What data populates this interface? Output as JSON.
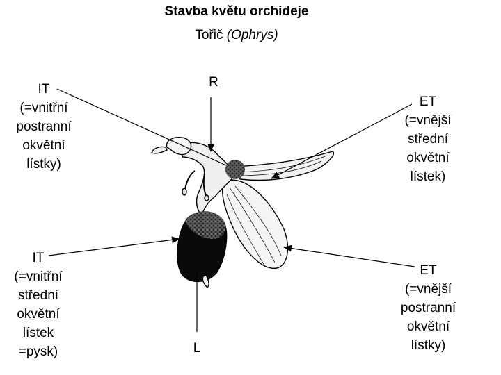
{
  "title": "Stavba květu orchideje",
  "subtitle": {
    "prefix": "Tořič",
    "genus": "(Ophrys)"
  },
  "labels": {
    "it_top": {
      "code": "IT",
      "desc": [
        "(=vnitřní",
        "postranní",
        "okvětní",
        "lístky)"
      ]
    },
    "r": {
      "code": "R"
    },
    "et_top": {
      "code": "ET",
      "desc": [
        "(=vnější",
        "střední",
        "okvětní",
        "lístek)"
      ]
    },
    "it_bottom": {
      "code": "IT",
      "desc": [
        "(=vnitřní",
        "střední",
        "okvětní",
        "lístek",
        "=pysk)"
      ]
    },
    "l": {
      "code": "L"
    },
    "et_bottom": {
      "code": "ET",
      "desc": [
        "(=vnější",
        "postranní",
        "okvětní",
        "lístky)"
      ]
    }
  }
}
